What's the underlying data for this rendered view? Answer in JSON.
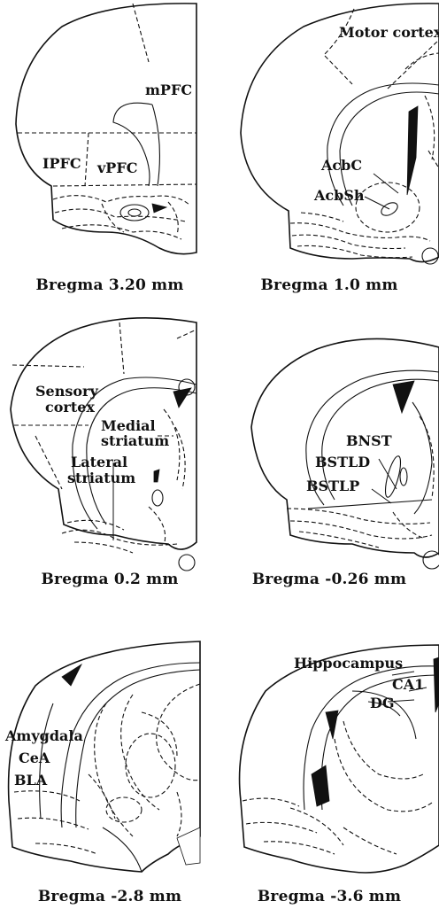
{
  "panels": [
    {
      "caption": "Bregma 3.20 mm",
      "labels": [
        "mPFC",
        "IPFC",
        "vPFC"
      ]
    },
    {
      "caption": "Bregma 1.0 mm",
      "labels": [
        "Motor cortex",
        "AcbC",
        "AcbSh"
      ]
    },
    {
      "caption": "Bregma 0.2 mm",
      "labels": [
        "Sensory",
        "cortex",
        "Medial",
        "striatum",
        "Lateral",
        "striatum"
      ]
    },
    {
      "caption": "Bregma -0.26 mm",
      "labels": [
        "BNST",
        "BSTLD",
        "BSTLP"
      ]
    },
    {
      "caption": "Bregma -2.8 mm",
      "labels": [
        "Amygdala",
        "CeA",
        "BLA"
      ]
    },
    {
      "caption": "Bregma -3.6 mm",
      "labels": [
        "Hippocampus",
        "CA1",
        "DG"
      ]
    }
  ]
}
